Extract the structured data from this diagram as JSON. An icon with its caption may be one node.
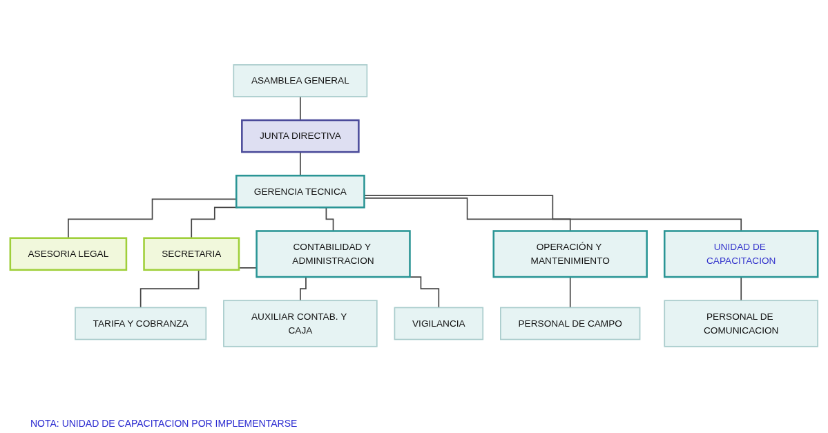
{
  "diagram": {
    "nodes": [
      {
        "text": [
          "ASAMBLEA GENERAL"
        ]
      },
      {
        "text": [
          "JUNTA DIRECTIVA"
        ]
      },
      {
        "text": [
          "GERENCIA TECNICA"
        ]
      },
      {
        "text": [
          "ASESORIA LEGAL"
        ]
      },
      {
        "text": [
          "SECRETARIA"
        ]
      },
      {
        "text": [
          "CONTABILIDAD Y ADMINISTRACION"
        ]
      },
      {
        "text": [
          "OPERACIÓN Y MANTENIMIENTO"
        ]
      },
      {
        "text": [
          "UNIDAD DE CAPACITACION"
        ]
      },
      {
        "text": [
          "TARIFA Y COBRANZA"
        ]
      },
      {
        "text": [
          "AUXILIAR CONTAB. Y CAJA"
        ]
      },
      {
        "text": [
          "VIGILANCIA"
        ]
      },
      {
        "text": [
          "PERSONAL DE CAMPO"
        ]
      },
      {
        "text": [
          "PERSONAL DE COMUNICACION"
        ]
      }
    ],
    "edges": [
      {
        "from": 0,
        "to": 1,
        "arrow": "none"
      },
      {
        "from": 1,
        "to": 2,
        "arrow": "none"
      },
      {
        "from": 2,
        "to": 3,
        "arrow": "none"
      },
      {
        "from": 2,
        "to": 4,
        "arrow": "none"
      },
      {
        "from": 2,
        "to": 5,
        "arrow": "none"
      },
      {
        "from": 2,
        "to": 6,
        "arrow": "none"
      },
      {
        "from": 2,
        "to": 7,
        "arrow": "none"
      },
      {
        "from": 5,
        "to": 8,
        "arrow": "none"
      },
      {
        "from": 5,
        "to": 9,
        "arrow": "none"
      },
      {
        "from": 5,
        "to": 10,
        "arrow": "none"
      },
      {
        "from": 6,
        "to": 11,
        "arrow": "none"
      },
      {
        "from": 7,
        "to": 12,
        "arrow": "none"
      }
    ],
    "labels": [
      "NOTA: UNIDAD DE CAPACITACION POR IMPLEMENTARSE"
    ]
  }
}
